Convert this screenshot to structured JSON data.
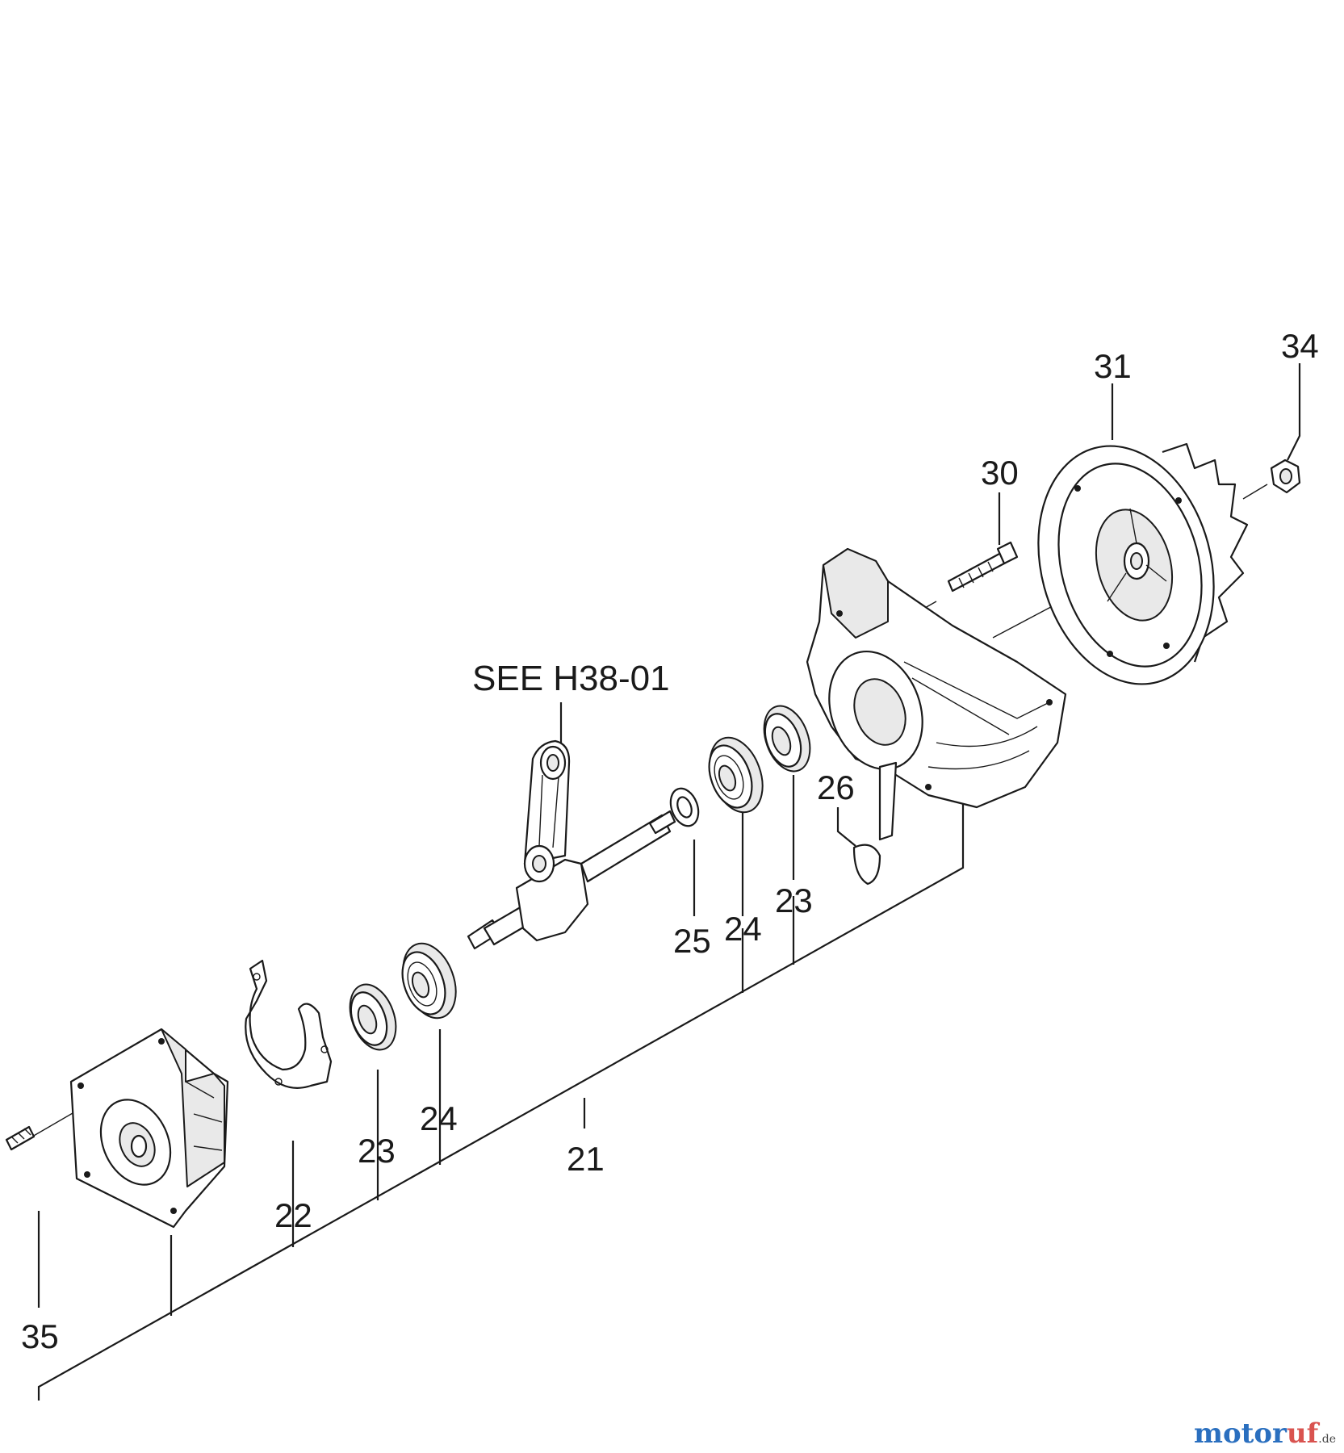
{
  "diagram": {
    "reference_label": "SEE H38-01",
    "callouts": [
      {
        "id": "c21",
        "text": "21"
      },
      {
        "id": "c22",
        "text": "22"
      },
      {
        "id": "c23a",
        "text": "23"
      },
      {
        "id": "c23b",
        "text": "23"
      },
      {
        "id": "c24a",
        "text": "24"
      },
      {
        "id": "c24b",
        "text": "24"
      },
      {
        "id": "c25",
        "text": "25"
      },
      {
        "id": "c26",
        "text": "26"
      },
      {
        "id": "c30",
        "text": "30"
      },
      {
        "id": "c31",
        "text": "31"
      },
      {
        "id": "c34",
        "text": "34"
      },
      {
        "id": "c35",
        "text": "35"
      }
    ]
  },
  "watermark": {
    "logo_text_part1": "motor",
    "logo_text_part2": "uf",
    "logo_suffix": ".de"
  }
}
